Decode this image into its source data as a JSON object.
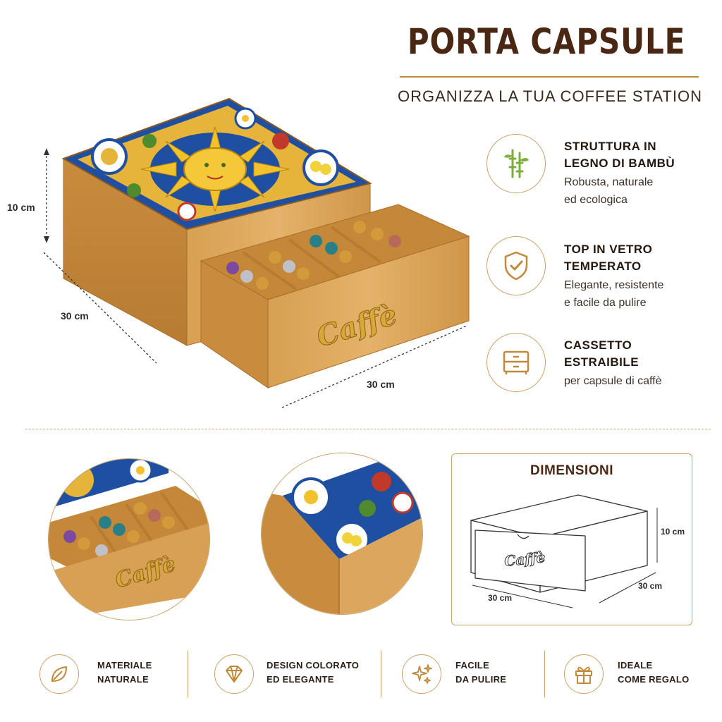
{
  "header": {
    "title": "PORTA CAPSULE",
    "subtitle": "ORGANIZZA LA TUA COFFEE STATION"
  },
  "features": [
    {
      "icon": "bamboo-icon",
      "title_line1": "STRUTTURA IN",
      "title_line2": "LEGNO DI BAMBÙ",
      "desc_line1": "Robusta, naturale",
      "desc_line2": "ed ecologica"
    },
    {
      "icon": "shield-check-icon",
      "title_line1": "TOP IN VETRO",
      "title_line2": "TEMPERATO",
      "desc_line1": "Elegante, resistente",
      "desc_line2": "e facile da pulire"
    },
    {
      "icon": "drawer-icon",
      "title_line1": "CASSETTO",
      "title_line2": "ESTRAIBILE",
      "desc_line1": "per capsule di caffè",
      "desc_line2": ""
    }
  ],
  "product": {
    "height_label": "10 cm",
    "depth_label": "30 cm",
    "width_label": "30 cm",
    "drawer_word": "Caffè"
  },
  "dimensions": {
    "title": "DIMENSIONI",
    "height_label": "10 cm",
    "width_label": "30 cm",
    "depth_label": "30 cm",
    "drawer_word": "Caffè"
  },
  "badges": [
    {
      "icon": "leaf-icon",
      "line1": "MATERIALE",
      "line2": "NATURALE"
    },
    {
      "icon": "diamond-icon",
      "line1": "DESIGN COLORATO",
      "line2": "ED ELEGANTE"
    },
    {
      "icon": "sparkle-icon",
      "line1": "FACILE",
      "line2": "DA PULIRE"
    },
    {
      "icon": "gift-icon",
      "line1": "IDEALE",
      "line2": "COME REGALO"
    }
  ],
  "colors": {
    "bamboo": "#d9a55a",
    "bamboo_dark": "#b98238",
    "accent_gold": "#c9a26a",
    "title_brown": "#4a2712",
    "tile_blue": "#1f4fa0",
    "sun_yellow": "#f2c12e"
  }
}
